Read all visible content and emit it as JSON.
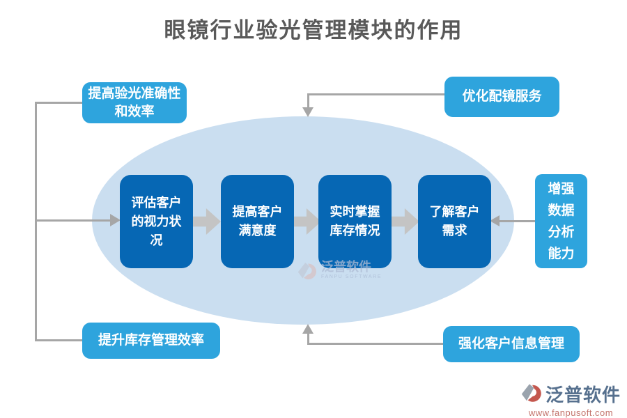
{
  "title": {
    "text": "眼镜行业验光管理模块的作用",
    "color": "#595959"
  },
  "outer_nodes": {
    "top_left": {
      "lines": [
        "提高验光准确性",
        "和效率"
      ]
    },
    "top_right": {
      "label": "优化配镜服务"
    },
    "bottom_left": {
      "label": "提升库存管理效率"
    },
    "bottom_right": {
      "label": "强化客户信息管理"
    },
    "right": {
      "lines": [
        "增强",
        "数据",
        "分析",
        "能力"
      ]
    }
  },
  "process_nodes": [
    {
      "label": "评估客户的视力状况"
    },
    {
      "label": "提高客户满意度"
    },
    {
      "label": "实时掌握库存情况"
    },
    {
      "label": "了解客户需求"
    }
  ],
  "watermark": {
    "brand_cn": "泛普软件",
    "brand_en": "FANPU SOFTWARE"
  },
  "footer": {
    "brand": "泛普软件",
    "url": "www.fanpusoft.com"
  },
  "colors": {
    "title_gray": "#595959",
    "outer_node_blue": "#2EA4DD",
    "core_node_blue": "#0667B4",
    "ellipse_fill": "#CADEF0",
    "connector_gray": "#A6A6A6",
    "block_arrow_gray": "#C4C4C4",
    "footer_brand": "#56708E",
    "footer_url": "#C4766E",
    "logo_accent": "#C4574E"
  }
}
